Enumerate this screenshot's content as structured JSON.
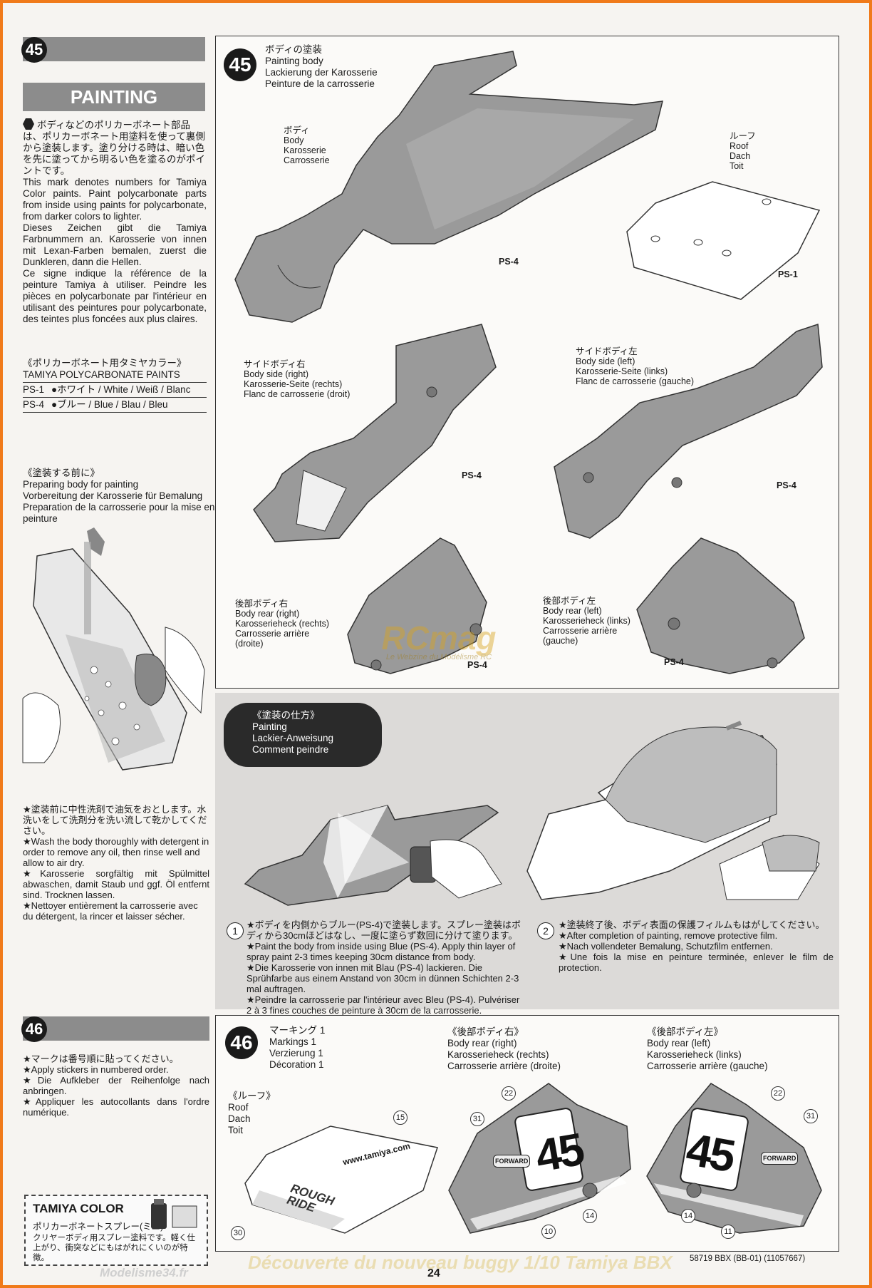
{
  "left": {
    "step45_num": "45",
    "section_title": "PAINTING",
    "intro_ja": "ボディなどのポリカーボネート部品は、ポリカーボネート用塗料を使って裏側から塗装します。塗り分ける時は、暗い色を先に塗ってから明るい色を塗るのがポイントです。",
    "intro_en": "This mark denotes numbers for Tamiya Color paints. Paint polycarbonate parts from inside using paints for polycarbonate, from darker colors to lighter.",
    "intro_de": "Dieses Zeichen gibt die Tamiya Farbnummern an. Karosserie von innen mit Lexan-Farben bemalen, zuerst die Dunkleren, dann die Hellen.",
    "intro_fr": "Ce signe indique la référence de la peinture Tamiya à utiliser. Peindre les pièces en polycarbonate par l'intérieur en utilisant des peintures pour polycarbonate, des teintes plus foncées aux plus claires.",
    "paints_ja": "《ポリカーボネート用タミヤカラー》",
    "paints_en": "TAMIYA POLYCARBONATE PAINTS",
    "paints": [
      {
        "code": "PS-1",
        "name": "●ホワイト / White / Weiß / Blanc"
      },
      {
        "code": "PS-4",
        "name": "●ブルー / Blue / Blau / Bleu"
      }
    ],
    "prep_ja": "《塗装する前に》",
    "prep_en": "Preparing body for painting",
    "prep_de": "Vorbereitung der Karosserie für Bemalung",
    "prep_fr": "Preparation de la carrosserie pour la mise en peinture",
    "wash_ja": "★塗装前に中性洗剤で油気をおとします。水洗いをして洗剤分を洗い流して乾かしてください。",
    "wash_en": "★Wash the body thoroughly with detergent in order to remove any oil, then rinse well and allow to air dry.",
    "wash_de": "★Karosserie sorgfältig mit Spülmittel abwaschen, damit Staub und ggf. Öl entfernt sind. Trocknen lassen.",
    "wash_fr": "★Nettoyer entièrement la carrosserie avec du détergent, la rincer et laisser sécher.",
    "step46_num": "46",
    "s46_ja": "★マークは番号順に貼ってください。",
    "s46_en": "★Apply stickers in numbered order.",
    "s46_de": "★Die Aufkleber der Reihenfolge nach anbringen.",
    "s46_fr": "★Appliquer les autocollants dans l'ordre numérique.",
    "tamiya_color": "TAMIYA COLOR",
    "spray_ja": "ポリカーボネートスプレー(ミニ)",
    "spray_desc": "クリヤーボディ用スプレー塗料です。軽く仕上がり、衝突などにもはがれにくいのが特徴。"
  },
  "panel45": {
    "num": "45",
    "title_ja": "ボディの塗装",
    "title_en": "Painting body",
    "title_de": "Lackierung der Karosserie",
    "title_fr": "Peinture de la carrosserie",
    "body": [
      "ボディ",
      "Body",
      "Karosserie",
      "Carrosserie"
    ],
    "roof": [
      "ルーフ",
      "Roof",
      "Dach",
      "Toit"
    ],
    "side_right": [
      "サイドボディ右",
      "Body side (right)",
      "Karosserie-Seite (rechts)",
      "Flanc de carrosserie (droit)"
    ],
    "side_left": [
      "サイドボディ左",
      "Body side (left)",
      "Karosserie-Seite (links)",
      "Flanc de carrosserie (gauche)"
    ],
    "rear_right": [
      "後部ボディ右",
      "Body rear (right)",
      "Karosserieheck (rechts)",
      "Carrosserie arrière",
      "(droite)"
    ],
    "rear_left": [
      "後部ボディ左",
      "Body rear (left)",
      "Karosserieheck (links)",
      "Carrosserie arrière",
      "(gauche)"
    ],
    "ps4": "PS-4",
    "ps1": "PS-1",
    "watermark": "RCmag",
    "watermark_sub": "Le Webzine du Modélisme RC"
  },
  "howto": {
    "pill_ja": "《塗装の仕方》",
    "pill_en": "Painting",
    "pill_de": "Lackier-Anweisung",
    "pill_fr": "Comment peindre",
    "step1_num": "1",
    "step1_ja": "★ボディを内側からブルー(PS-4)で塗装します。スプレー塗装はボディから30cmほどはなし、一度に塗らず数回に分けて塗ります。",
    "step1_en": "★Paint the body from inside using Blue (PS-4). Apply thin layer of spray paint 2-3 times keeping 30cm distance from body.",
    "step1_de": "★Die Karosserie von innen mit Blau (PS-4) lackieren. Die Sprühfarbe aus einem Anstand von 30cm in dünnen Schichten 2-3 mal auftragen.",
    "step1_fr": "★Peindre la carrosserie par l'intérieur avec Bleu (PS-4). Pulvériser 2 à 3 fines couches de peinture à 30cm de la carrosserie.",
    "step2_num": "2",
    "step2_ja": "★塗装終了後、ボディ表面の保護フィルムもはがしてください。",
    "step2_en": "★After completion of painting, remove protective film.",
    "step2_de": "★Nach vollendeter Bemalung, Schutzfilm entfernen.",
    "step2_fr": "★Une fois la mise en peinture terminée, enlever le film de protection."
  },
  "panel46": {
    "num": "46",
    "markings": [
      "マーキング 1",
      "Markings 1",
      "Verzierung 1",
      "Décoration 1"
    ],
    "roof": [
      "《ルーフ》",
      "Roof",
      "Dach",
      "Toit"
    ],
    "rear_right": [
      "《後部ボディ右》",
      "Body rear (right)",
      "Karosserieheck (rechts)",
      "Carrosserie arrière (droite)"
    ],
    "rear_left": [
      "《後部ボディ左》",
      "Body rear (left)",
      "Karosserieheck (links)",
      "Carrosserie arrière (gauche)"
    ],
    "roof_sticker_1": "www.tamiya.com",
    "roof_sticker_2": "ROUGH RIDE",
    "race_number": "45",
    "forward": "FORWARD",
    "callouts": {
      "c15": "15",
      "c30": "30",
      "c22": "22",
      "c31": "31",
      "c14": "14",
      "c10": "10",
      "c11": "11"
    }
  },
  "footer": {
    "page": "24",
    "code": "58719 BBX (BB-01) (11057667)",
    "banner": "Découverte du nouveau buggy 1/10 Tamiya BBX",
    "site": "Modelisme34.fr"
  }
}
